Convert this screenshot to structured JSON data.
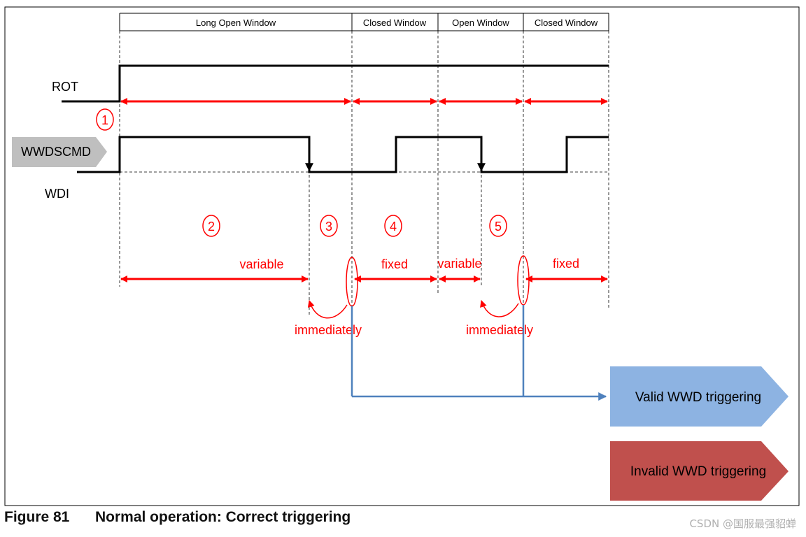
{
  "windows": {
    "long_open": "Long Open Window",
    "closed_1": "Closed Window",
    "open": "Open Window",
    "closed_2": "Closed Window"
  },
  "signals": {
    "rot": "ROT",
    "wwdscmd": "WWDSCMD",
    "wdi": "WDI"
  },
  "markers": [
    "1",
    "2",
    "3",
    "4",
    "5"
  ],
  "durations": {
    "variable_1": "variable",
    "fixed_1": "fixed",
    "variable_2": "variable",
    "fixed_2": "fixed"
  },
  "notes": {
    "immediately_1": "immediately",
    "immediately_2": "immediately"
  },
  "outcomes": {
    "valid": "Valid WWD triggering",
    "invalid": "Invalid WWD triggering"
  },
  "caption": {
    "number": "Figure 81",
    "title": "Normal operation: Correct triggering"
  },
  "watermark": "CSDN @国服最强貂蝉",
  "colors": {
    "red": "#ff0000",
    "blue_line": "#4f81bd",
    "valid_box": "#8db3e2",
    "invalid_box": "#c0504d",
    "tag_gray": "#bfbfbf"
  }
}
